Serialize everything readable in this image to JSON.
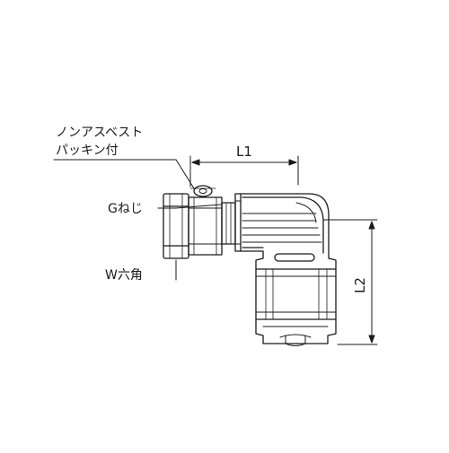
{
  "labels": {
    "gasket_line1": "ノンアスベスト",
    "gasket_line2": "パッキン付",
    "thread": "Gねじ",
    "hex": "W六角"
  },
  "dimensions": {
    "l1": "L1",
    "l2": "L2"
  },
  "colors": {
    "line": "#1a1a1a",
    "background": "#ffffff"
  }
}
